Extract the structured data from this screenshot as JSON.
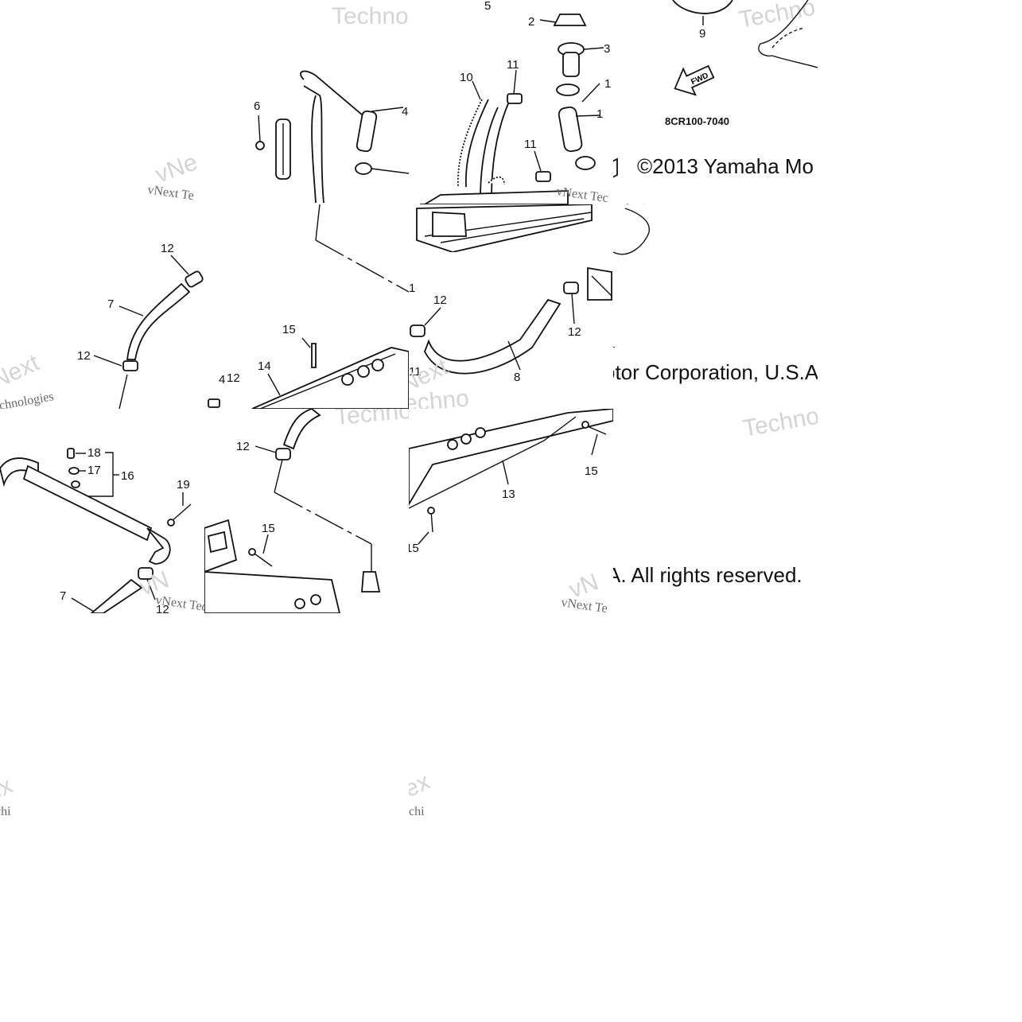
{
  "diagram": {
    "part_code": "8CR100-7040",
    "fwd_label": "FWD",
    "copyright": {
      "line1": "©2013 Yamaha Mo",
      "line2": "otor Corporation, U.S.A",
      "line3": "A. All rights reserved."
    },
    "watermarks": {
      "techno": "Techno",
      "vnext": "vNext Tec",
      "ologies": "nologies",
      "next": "Next",
      "chnologies": "chnologies"
    },
    "callouts": {
      "c1": "1",
      "c2": "2",
      "c3": "3",
      "c4": "4",
      "c5": "5",
      "c6": "6",
      "c7": "7",
      "c8": "8",
      "c9": "9",
      "c10": "10",
      "c11": "11",
      "c12": "12",
      "c13": "13",
      "c14": "14",
      "c15": "15",
      "c16": "16",
      "c17": "17",
      "c18": "18",
      "c19": "19"
    }
  }
}
